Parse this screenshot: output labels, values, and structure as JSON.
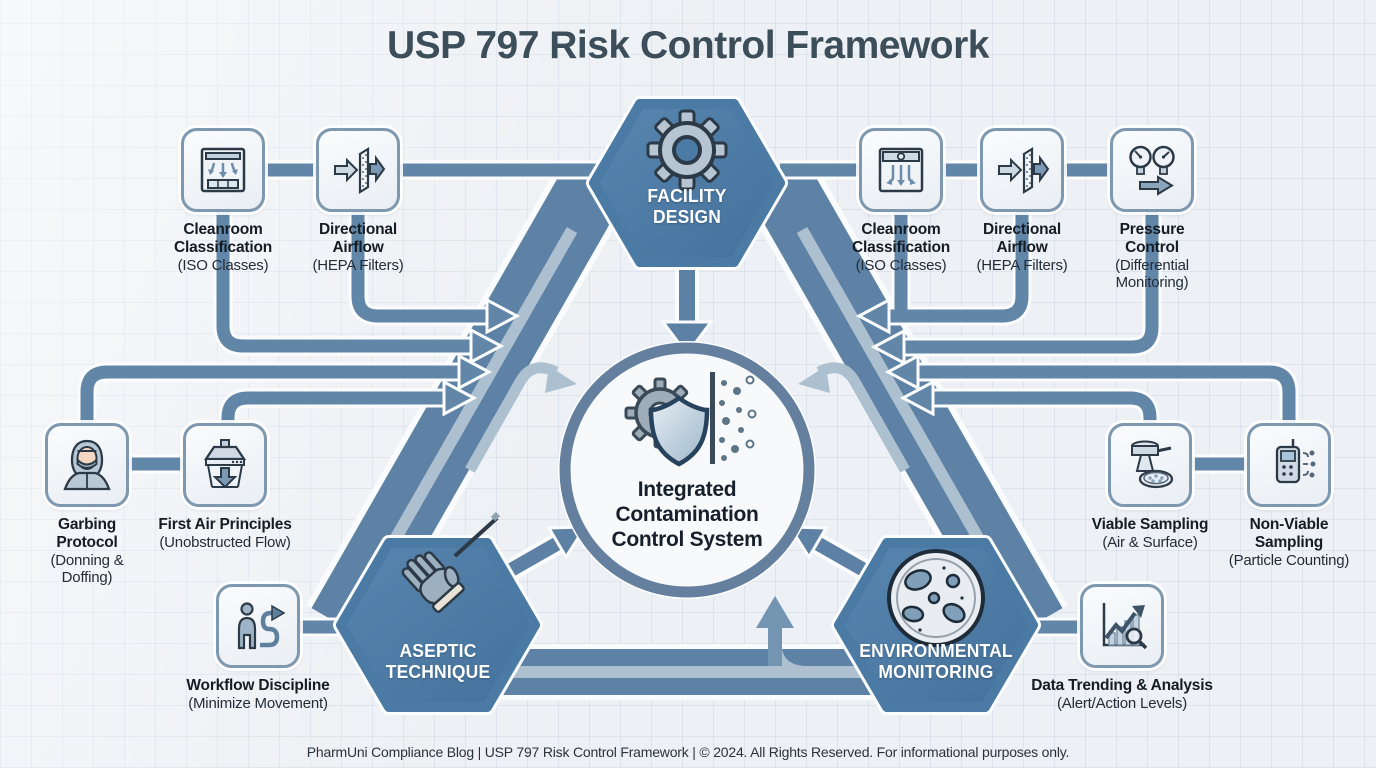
{
  "title": "USP 797 Risk Control Framework",
  "footer": "PharmUni Compliance Blog | USP 797 Risk Control Framework | © 2024. All Rights Reserved. For informational purposes only.",
  "center": {
    "line1": "Integrated",
    "line2": "Contamination",
    "line3": "Control System",
    "icon": "gear-shield-filter-icon"
  },
  "hexes": {
    "facility": {
      "line1": "FACILITY",
      "line2": "DESIGN",
      "icon": "gear-icon"
    },
    "aseptic": {
      "line1": "ASEPTIC",
      "line2": "TECHNIQUE",
      "icon": "gloved-hand-icon"
    },
    "environmental": {
      "line1": "ENVIRONMENTAL",
      "line2": "MONITORING",
      "icon": "petri-dish-icon"
    }
  },
  "nodes": {
    "cleanroom_left": {
      "title": "Cleanroom Classification",
      "subtitle": "(ISO Classes)",
      "icon": "cleanroom-icon"
    },
    "airflow_left": {
      "title": "Directional Airflow",
      "subtitle": "(HEPA Filters)",
      "icon": "hepa-filter-airflow-icon"
    },
    "cleanroom_right": {
      "title": "Cleanroom Classification",
      "subtitle": "(ISO Classes)",
      "icon": "cleanroom-circulation-icon"
    },
    "airflow_right": {
      "title": "Directional Airflow",
      "subtitle": "(HEPA Filters)",
      "icon": "hepa-filter-airflow-icon"
    },
    "pressure": {
      "title": "Pressure Control",
      "subtitle": "(Differential Monitoring)",
      "icon": "pressure-gauges-icon"
    },
    "garbing": {
      "title": "Garbing Protocol",
      "subtitle": "(Donning & Doffing)",
      "icon": "garbed-person-icon"
    },
    "first_air": {
      "title": "First Air Principles",
      "subtitle": "(Unobstructed Flow)",
      "icon": "laminar-hood-icon"
    },
    "workflow": {
      "title": "Workflow Discipline",
      "subtitle": "(Minimize Movement)",
      "icon": "person-path-icon"
    },
    "viable": {
      "title": "Viable Sampling",
      "subtitle": "(Air & Surface)",
      "icon": "air-sampler-petri-icon"
    },
    "nonviable": {
      "title": "Non-Viable Sampling",
      "subtitle": "(Particle Counting)",
      "icon": "particle-counter-icon"
    },
    "datatrend": {
      "title": "Data Trending & Analysis",
      "subtitle": "(Alert/Action Levels)",
      "icon": "trend-chart-magnifier-icon"
    }
  },
  "colors": {
    "hex_fill": "#4b7aa4",
    "edge_band": "#5e82a5",
    "connector": "#6286a8",
    "light_stripe": "#adc0d0",
    "title_text": "#3d4e5b",
    "background": "#edf0f4"
  }
}
